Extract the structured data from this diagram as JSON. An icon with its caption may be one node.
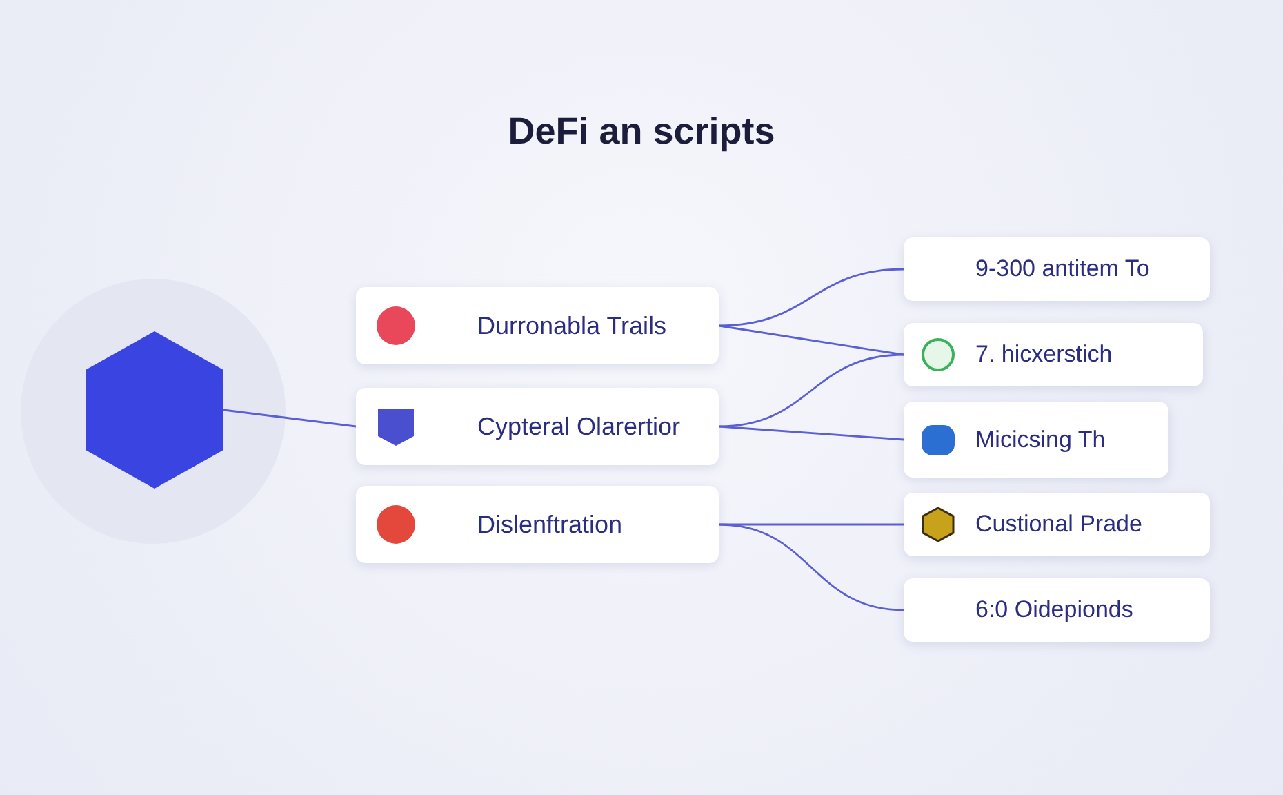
{
  "diagram": {
    "title": "DeFi an scripts",
    "nodes": [
      {
        "text": [],
        "shape": "hexagon"
      },
      {
        "text": [
          "Durronabla Trails"
        ]
      },
      {
        "text": [
          "Cypteral Olarertior"
        ]
      },
      {
        "text": [
          "Dislenftration"
        ]
      },
      {
        "text": [
          "9-300 antitem To"
        ]
      },
      {
        "text": [
          "7. hicxerstich"
        ]
      },
      {
        "text": [
          "Micicsing Th"
        ]
      },
      {
        "text": [
          "Custional Prade"
        ]
      },
      {
        "text": [
          "6:0 Oidepionds"
        ]
      }
    ],
    "edges": [
      {
        "from": 0,
        "to": 2,
        "arrow": "none"
      },
      {
        "from": 1,
        "to": 4,
        "arrow": "none"
      },
      {
        "from": 1,
        "to": 5,
        "arrow": "none"
      },
      {
        "from": 2,
        "to": 5,
        "arrow": "none"
      },
      {
        "from": 2,
        "to": 6,
        "arrow": "none"
      },
      {
        "from": 3,
        "to": 7,
        "arrow": "none"
      },
      {
        "from": 3,
        "to": 8,
        "arrow": "none"
      }
    ]
  }
}
